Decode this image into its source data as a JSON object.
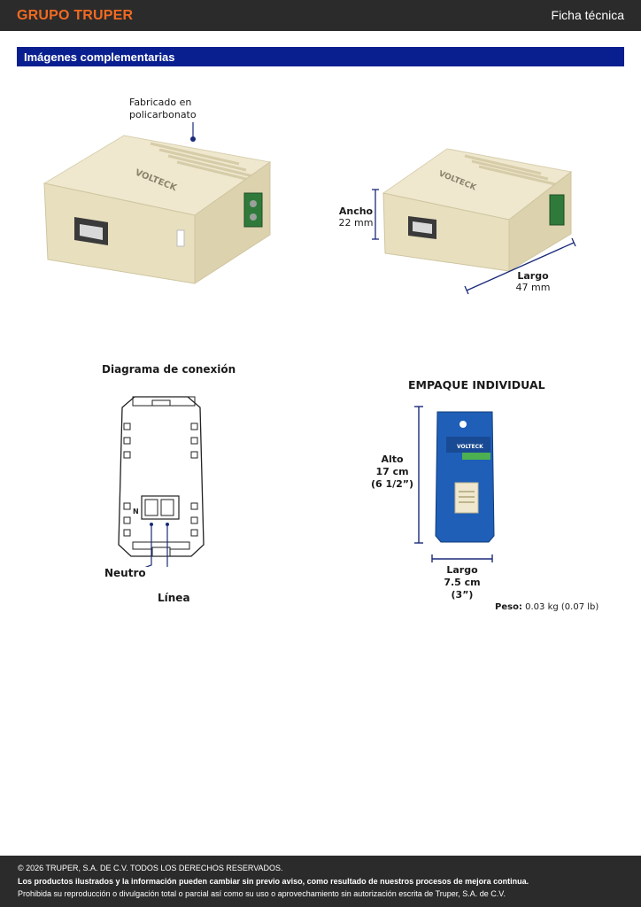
{
  "header": {
    "brand": "GRUPO TRUPER",
    "doc_type": "Ficha técnica"
  },
  "section": {
    "title": "Imágenes complementarias"
  },
  "product": {
    "material_label": "Fabricado en policarbonato",
    "material_line1": "Fabricado en",
    "material_line2": "policarbonato",
    "brand_mark": "VOLTECK",
    "width_label": "Ancho",
    "width_value": "22 mm",
    "length_label": "Largo",
    "length_value": "47 mm"
  },
  "diagram": {
    "title": "Diagrama de conexión",
    "n_mark": "N",
    "neutral_label": "Neutro",
    "line_label": "Línea"
  },
  "package": {
    "title": "EMPAQUE INDIVIDUAL",
    "height_label": "Alto",
    "height_cm": "17 cm",
    "height_in": "(6 1/2”)",
    "length_label": "Largo",
    "length_cm": "7.5 cm",
    "length_in": "(3”)",
    "weight_label": "Peso:",
    "weight_value": "0.03 kg (0.07 lb)",
    "bag_brand": "VOLTECK"
  },
  "footer": {
    "copyright": "© 2026 TRUPER, S.A. DE C.V. TODOS LOS DERECHOS RESERVADOS.",
    "notice": "Los productos ilustrados y la información pueden cambiar sin previo aviso, como resultado de nuestros procesos de mejora continua.",
    "prohibition": "Prohibida su reproducción o divulgación total o parcial así como su uso o aprovechamiento sin autorización escrita de Truper, S.A. de C.V."
  },
  "colors": {
    "brand_orange": "#f26a21",
    "section_blue": "#0a1f8f",
    "dark_bar": "#2b2b2b",
    "ivory": "#ece4c8"
  }
}
